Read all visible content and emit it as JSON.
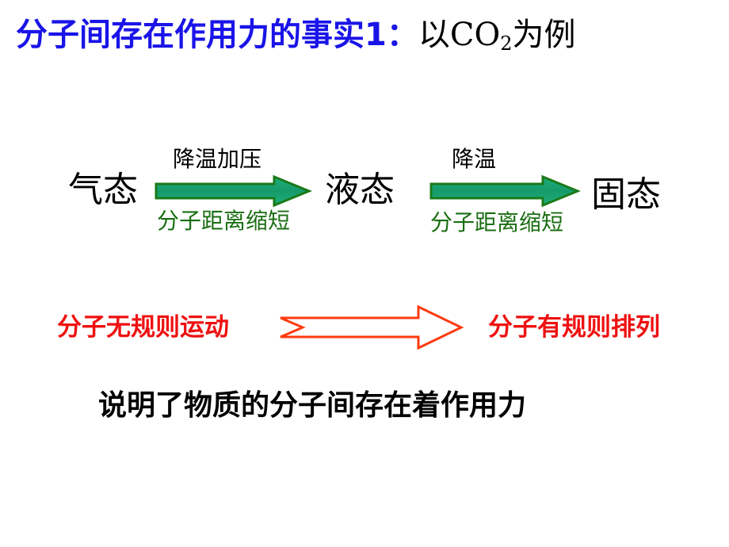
{
  "title": {
    "main": "分子间存在作用力的事实1：",
    "prefix": "以CO",
    "subscript": "2",
    "suffix": "为例"
  },
  "states": {
    "gas": "气态",
    "liquid": "液态",
    "solid": "固态"
  },
  "transition1": {
    "condition": "降温加压",
    "note": "分子距离缩短"
  },
  "transition2": {
    "condition": "降温",
    "note": "分子距离缩短"
  },
  "motion": {
    "left": "分子无规则运动",
    "right": "分子有规则排列"
  },
  "conclusion": "说明了物质的分子间存在着作用力",
  "colors": {
    "title_blue": "#1a14e8",
    "note_green": "#1a6e12",
    "arrow_green_light": "#1fae7e",
    "arrow_green_dark": "#1a7a1a",
    "arrow_red": "#ff3a10",
    "text_red": "#ee1111"
  }
}
